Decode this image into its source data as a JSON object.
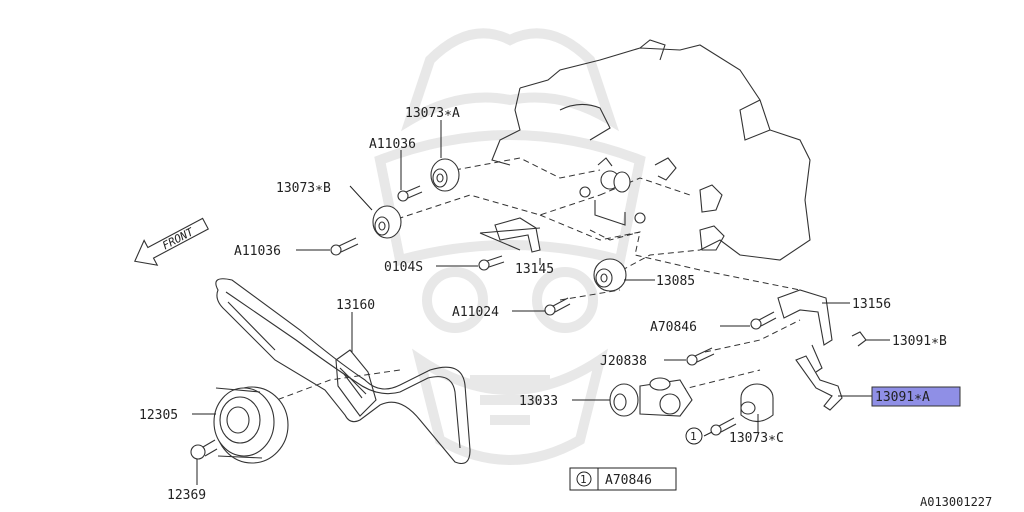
{
  "diagram_code": "A013001227",
  "front_label": "FRONT",
  "legend": {
    "num": "1",
    "code": "A70846"
  },
  "highlight_color": "#8f8fe6",
  "parts": [
    {
      "id": "p-13073a",
      "label": "13073∗A"
    },
    {
      "id": "p-a11036-top",
      "label": "A11036"
    },
    {
      "id": "p-13073b",
      "label": "13073∗B"
    },
    {
      "id": "p-a11036-left",
      "label": "A11036"
    },
    {
      "id": "p-0104s",
      "label": "0104S"
    },
    {
      "id": "p-13145",
      "label": "13145"
    },
    {
      "id": "p-13085",
      "label": "13085"
    },
    {
      "id": "p-a11024",
      "label": "A11024"
    },
    {
      "id": "p-13160",
      "label": "13160"
    },
    {
      "id": "p-13156",
      "label": "13156"
    },
    {
      "id": "p-a70846",
      "label": "A70846"
    },
    {
      "id": "p-13091b",
      "label": "13091∗B"
    },
    {
      "id": "p-j20838",
      "label": "J20838"
    },
    {
      "id": "p-13033",
      "label": "13033"
    },
    {
      "id": "p-13091a",
      "label": "13091∗A"
    },
    {
      "id": "p-12305",
      "label": "12305"
    },
    {
      "id": "p-12369",
      "label": "12369"
    },
    {
      "id": "p-13073c",
      "label": "13073∗C"
    },
    {
      "id": "p-circle1",
      "label": "1"
    }
  ]
}
